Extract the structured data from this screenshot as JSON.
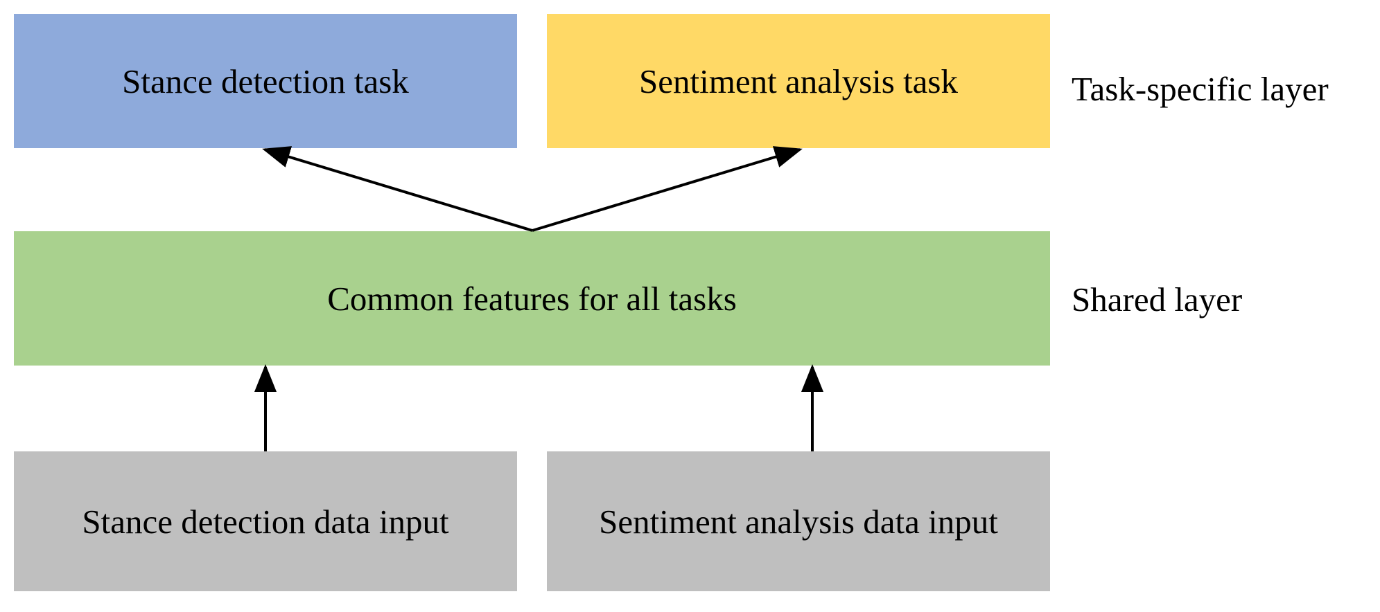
{
  "colors": {
    "stance_task": "#8eaadb",
    "sentiment_task": "#ffd966",
    "shared": "#a9d18e",
    "input": "#bfbfbf",
    "arrow": "#000000"
  },
  "boxes": {
    "stance_task": "Stance detection task",
    "sentiment_task": "Sentiment analysis task",
    "shared": "Common features for all tasks",
    "stance_input": "Stance detection data input",
    "sentiment_input": "Sentiment analysis data input"
  },
  "layers": {
    "task_specific": "Task-specific layer",
    "shared": "Shared layer"
  }
}
